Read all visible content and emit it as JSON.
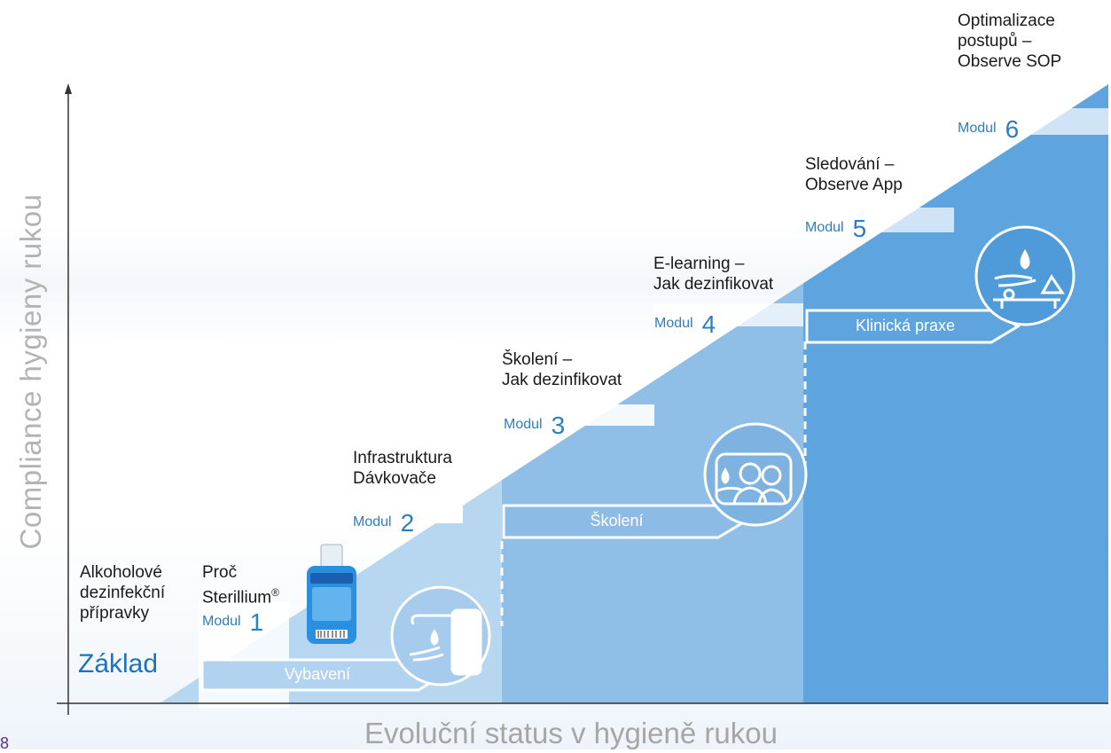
{
  "axes": {
    "y_label": "Compliance hygieny rukou",
    "x_label": "Evoluční status v hygieně rukou"
  },
  "base_label": "Základ",
  "modules": [
    {
      "word": "Modul",
      "number": "1",
      "text": "Proč\nSterillium",
      "superscript": "®"
    },
    {
      "word": "Modul",
      "number": "2",
      "text": "Infrastruktura\nDávkovače"
    },
    {
      "word": "Modul",
      "number": "3",
      "text": "Školení –\nJak dezinfikovat"
    },
    {
      "word": "Modul",
      "number": "4",
      "text": "E-learning –\nJak dezinfikovat"
    },
    {
      "word": "Modul",
      "number": "5",
      "text": "Sledování –\nObserve App"
    },
    {
      "word": "Modul",
      "number": "6",
      "text": "Optimalizace\npostupů –\nObserve SOP"
    }
  ],
  "foundation_text": "Alkoholové\ndezinfekční\npřípravky",
  "stages": [
    {
      "label": "Vybavení"
    },
    {
      "label": "Školení"
    },
    {
      "label": "Klinická praxe"
    }
  ],
  "icons": [
    "dispenser-icon",
    "training-icon",
    "clinical-practice-icon",
    "sterillium-bottle-icon"
  ],
  "colors": {
    "light_blue": "#b7d7f1",
    "mid_blue": "#8dbde6",
    "deep_blue": "#5ba3df",
    "accent": "#2a7fc4"
  },
  "corner_mark": "8"
}
